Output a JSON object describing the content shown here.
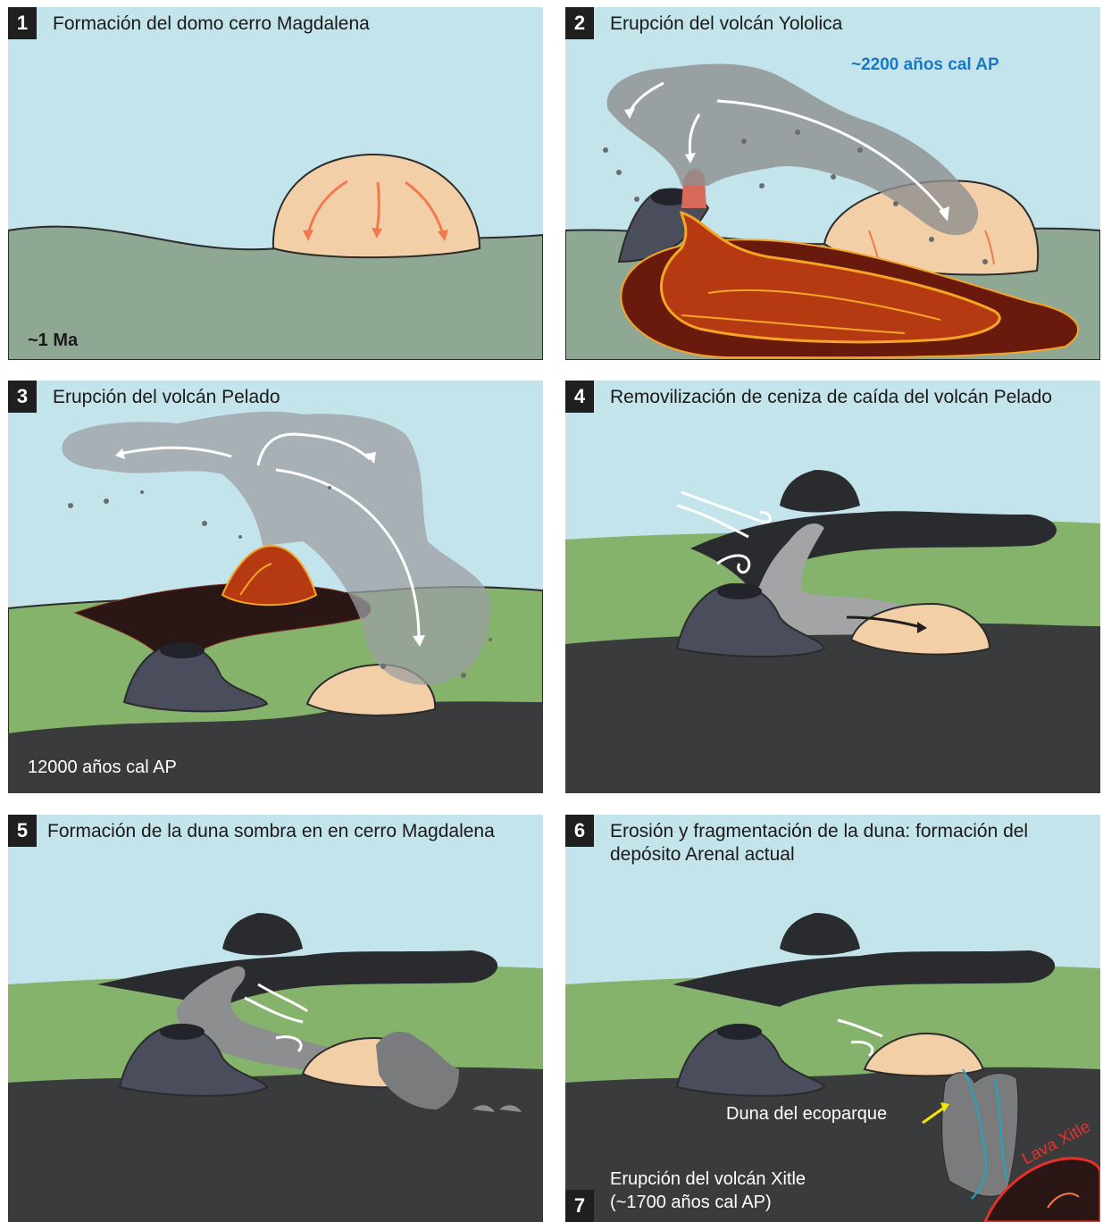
{
  "panels": [
    {
      "number": "1",
      "title": "Formación del domo cerro Magdalena",
      "age": "~1 Ma"
    },
    {
      "number": "2",
      "title": "Erupción del volcán Yololica",
      "age": "~2200 años cal AP"
    },
    {
      "number": "3",
      "title": "Erupción del volcán Pelado",
      "age": "12000 años cal AP"
    },
    {
      "number": "4",
      "title": "Removilización de ceniza de caída del volcán Pelado"
    },
    {
      "number": "5",
      "title": "Formación de la duna sombra en en cerro Magdalena"
    },
    {
      "number": "6",
      "title": "Erosión y fragmentación de la duna: formación del depósito Arenal actual",
      "callout": "Duna del ecoparque",
      "lava_label": "Lava Xitle"
    },
    {
      "number": "7",
      "title": "Erupción del volcán Xitle",
      "age": "(~1700 años cal AP)"
    }
  ],
  "colors": {
    "sky": "#c3e4ea",
    "ground_old": "#8fa893",
    "ground_green": "#85b36c",
    "ground_dark": "#3a3b3d",
    "dome": "#f3cfa8",
    "dome_arrows": "#f07a4d",
    "lava_dark": "#6a1a0c",
    "lava": "#b53a12",
    "lava_edge": "#f5a526",
    "volcano": "#4a4d5c",
    "ash": "#8d8e8f",
    "age_blue": "#1a79c4",
    "callout_yellow": "#f5e600"
  }
}
